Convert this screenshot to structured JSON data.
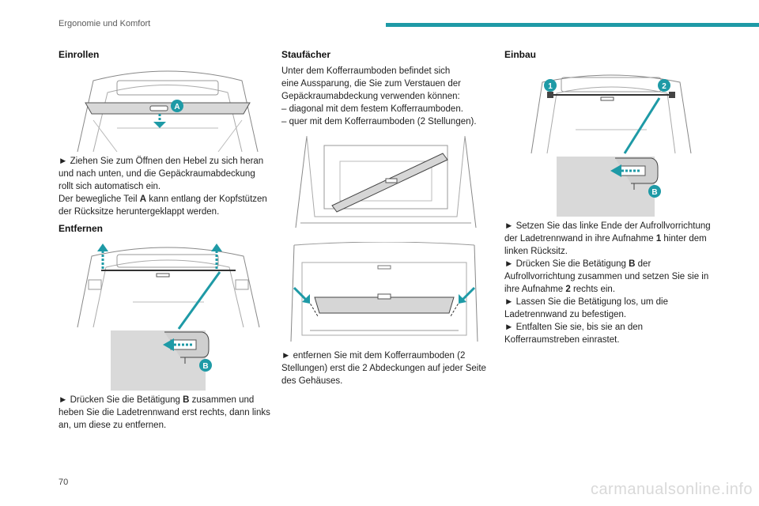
{
  "header": {
    "section_title": "Ergonomie und Komfort",
    "accent_color": "#1e9aa6"
  },
  "col1": {
    "heading_roll": "Einrollen",
    "fig1_label_a": "A",
    "para1_l1": "► Ziehen Sie zum Öffnen den Hebel zu sich heran",
    "para1_l2": "und nach unten, und die Gepäckraumabdeckung",
    "para1_l3": "rollt sich automatisch ein.",
    "para1_l4a": "Der bewegliche Teil ",
    "para1_l4b": "A",
    "para1_l4c": " kann entlang der Kopfstützen",
    "para1_l5": "der Rücksitze heruntergeklappt werden.",
    "heading_remove": "Entfernen",
    "fig2_label_b": "B",
    "para2_l1a": "► Drücken Sie die Betätigung ",
    "para2_l1b": "B",
    "para2_l1c": " zusammen und",
    "para2_l2": "heben Sie die Ladetrennwand erst rechts, dann links",
    "para2_l3": "an, um diese zu entfernen."
  },
  "col2": {
    "heading": "Staufächer",
    "intro_l1": "Unter dem Kofferraumboden befindet sich",
    "intro_l2": "eine Aussparung, die Sie zum Verstauen der",
    "intro_l3": "Gepäckraumabdeckung verwenden können:",
    "intro_l4": "–  diagonal mit dem festem Kofferraumboden.",
    "intro_l5": "–  quer mit dem Kofferraumboden (2 Stellungen).",
    "para_l1": "► entfernen Sie mit dem Kofferraumboden (2",
    "para_l2": "Stellungen) erst die 2 Abdeckungen auf jeder Seite",
    "para_l3": "des Gehäuses."
  },
  "col3": {
    "heading": "Einbau",
    "fig_label_1": "1",
    "fig_label_2": "2",
    "fig_label_b": "B",
    "l1": "► Setzen Sie das linke Ende der Aufrollvorrichtung",
    "l2a": "der Ladetrennwand in ihre Aufnahme ",
    "l2b": "1",
    "l2c": " hinter dem",
    "l3": "linken Rücksitz.",
    "l4a": "► Drücken Sie die Betätigung ",
    "l4b": "B",
    "l4c": " der",
    "l5": "Aufrollvorrichtung zusammen und setzen Sie sie in",
    "l6a": "ihre Aufnahme ",
    "l6b": "2",
    "l6c": " rechts ein.",
    "l7": "► Lassen Sie die Betätigung los, um die",
    "l8": "Ladetrennwand zu befestigen.",
    "l9": "► Entfalten Sie sie, bis sie an den",
    "l10": "Kofferraumstreben einrastet."
  },
  "footer": {
    "page_number": "70",
    "watermark": "carmanualsonline.info"
  }
}
